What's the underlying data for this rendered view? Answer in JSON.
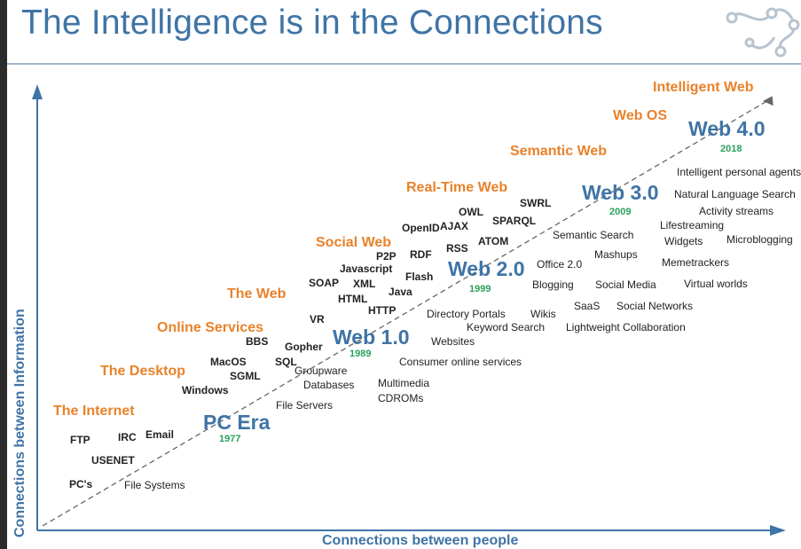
{
  "title": "The Intelligence is in the Connections",
  "axes": {
    "y_label": "Connections between Information",
    "x_label": "Connections between people"
  },
  "stages": [
    {
      "key": "pc",
      "era": "The Internet",
      "web": "PC Era",
      "year": "1977",
      "technologies": [
        "FTP",
        "IRC",
        "Email",
        "USENET",
        "PC's"
      ],
      "applications": [
        "File Systems"
      ]
    },
    {
      "key": "desktop",
      "era": "The Desktop",
      "technologies": [
        "MacOS",
        "SQL",
        "SGML",
        "Windows"
      ],
      "applications": [
        "Groupware",
        "Databases",
        "Multimedia",
        "CDROMs",
        "File Servers"
      ]
    },
    {
      "key": "online",
      "era": "Online Services",
      "technologies": [
        "BBS",
        "Gopher",
        "VR"
      ],
      "applications": []
    },
    {
      "key": "web1",
      "era": "The Web",
      "web": "Web 1.0",
      "year": "1989",
      "technologies": [
        "SOAP",
        "XML",
        "HTML",
        "Java",
        "HTTP"
      ],
      "applications": [
        "Websites",
        "Consumer online services",
        "Directory Portals",
        "Wikis",
        "Keyword Search",
        "Lightweight Collaboration"
      ]
    },
    {
      "key": "social",
      "era": "Social Web",
      "web": "Web 2.0",
      "year": "1999",
      "technologies": [
        "P2P",
        "RDF",
        "Javascript",
        "Flash",
        "RSS"
      ],
      "applications": [
        "Office 2.0",
        "Blogging",
        "Social Media",
        "Virtual worlds",
        "SaaS",
        "Social Networks",
        "Mashups",
        "Memetrackers"
      ]
    },
    {
      "key": "realtime",
      "era": "Real-Time Web",
      "technologies": [
        "OpenID",
        "AJAX",
        "OWL",
        "SWRL",
        "SPARQL",
        "ATOM"
      ],
      "applications": []
    },
    {
      "key": "semantic",
      "era": "Semantic Web",
      "web": "Web 3.0",
      "year": "2009",
      "technologies": [],
      "applications": [
        "Semantic Search",
        "Natural Language Search",
        "Activity streams",
        "Lifestreaming",
        "Widgets",
        "Microblogging"
      ]
    },
    {
      "key": "webos",
      "era": "Web OS",
      "technologies": [],
      "applications": []
    },
    {
      "key": "intelligent",
      "era": "Intelligent Web",
      "web": "Web 4.0",
      "year": "2018",
      "technologies": [],
      "applications": [
        "Intelligent personal agents"
      ]
    }
  ],
  "colors": {
    "title": "#3f74a6",
    "era": "#e8822a",
    "web": "#3f74a6",
    "year": "#2aa15a",
    "axis": "#3f74a6",
    "trend": "#666666"
  },
  "icons": {
    "logo": "network-nodes-icon"
  }
}
